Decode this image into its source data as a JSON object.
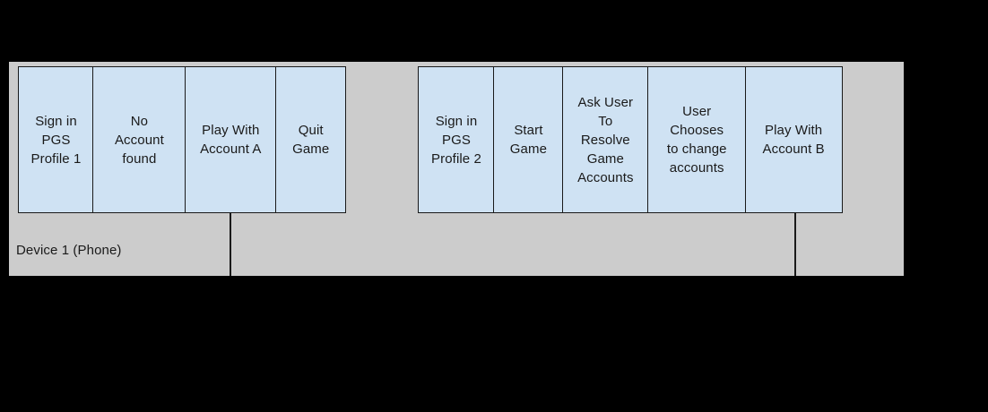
{
  "diagram": {
    "background_color": "#000000",
    "lane": {
      "label": "Device 1 (Phone)",
      "fill_color": "#cccccc"
    },
    "box_style": {
      "fill_color": "#cfe2f3",
      "stroke_color": "#1a1a1a"
    },
    "groups": [
      {
        "name": "session-profile-1",
        "boxes": [
          {
            "label": "Sign in\nPGS\nProfile 1"
          },
          {
            "label": "No\nAccount\nfound"
          },
          {
            "label": "Play With\nAccount A"
          },
          {
            "label": "Quit\nGame"
          }
        ]
      },
      {
        "name": "session-profile-2",
        "boxes": [
          {
            "label": "Sign in\nPGS\nProfile 2"
          },
          {
            "label": "Start\nGame"
          },
          {
            "label": "Ask User\nTo\nResolve\nGame\nAccounts"
          },
          {
            "label": "User\nChooses\nto change\naccounts"
          },
          {
            "label": "Play With\nAccount B"
          }
        ]
      }
    ]
  }
}
